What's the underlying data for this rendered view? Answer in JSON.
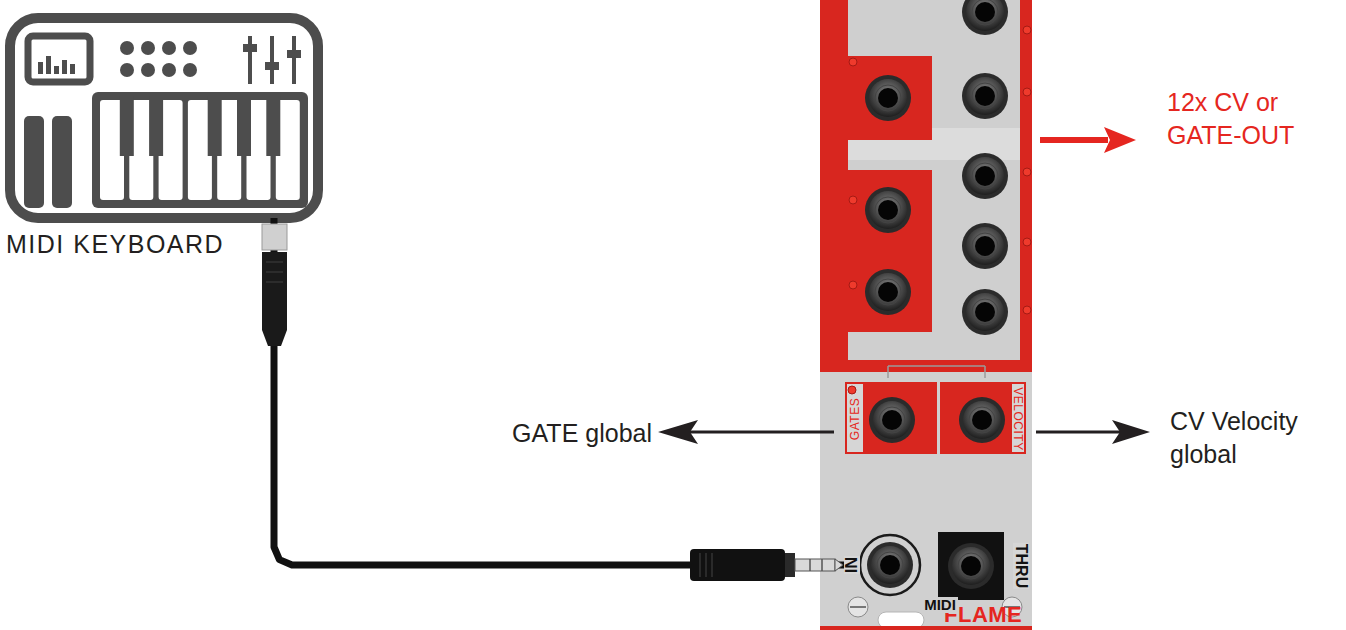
{
  "diagram": {
    "nodes": [
      {
        "text": [
          "MIDI KEYBOARD"
        ]
      },
      {
        "text": [
          "FLAME"
        ]
      },
      {
        "text": [
          "GATES"
        ],
        "in": 1
      },
      {
        "text": [
          "VELOCITY"
        ],
        "in": 1
      },
      {
        "text": [
          "IN"
        ],
        "in": 1
      },
      {
        "text": [
          "THRU"
        ],
        "in": 1
      }
    ],
    "edges": [
      {
        "from": 0,
        "to": 4,
        "arrow": "none"
      }
    ],
    "labels": [
      "12x CV or GATE-OUT",
      "GATE global",
      "CV Velocity global",
      "MIDI"
    ]
  }
}
